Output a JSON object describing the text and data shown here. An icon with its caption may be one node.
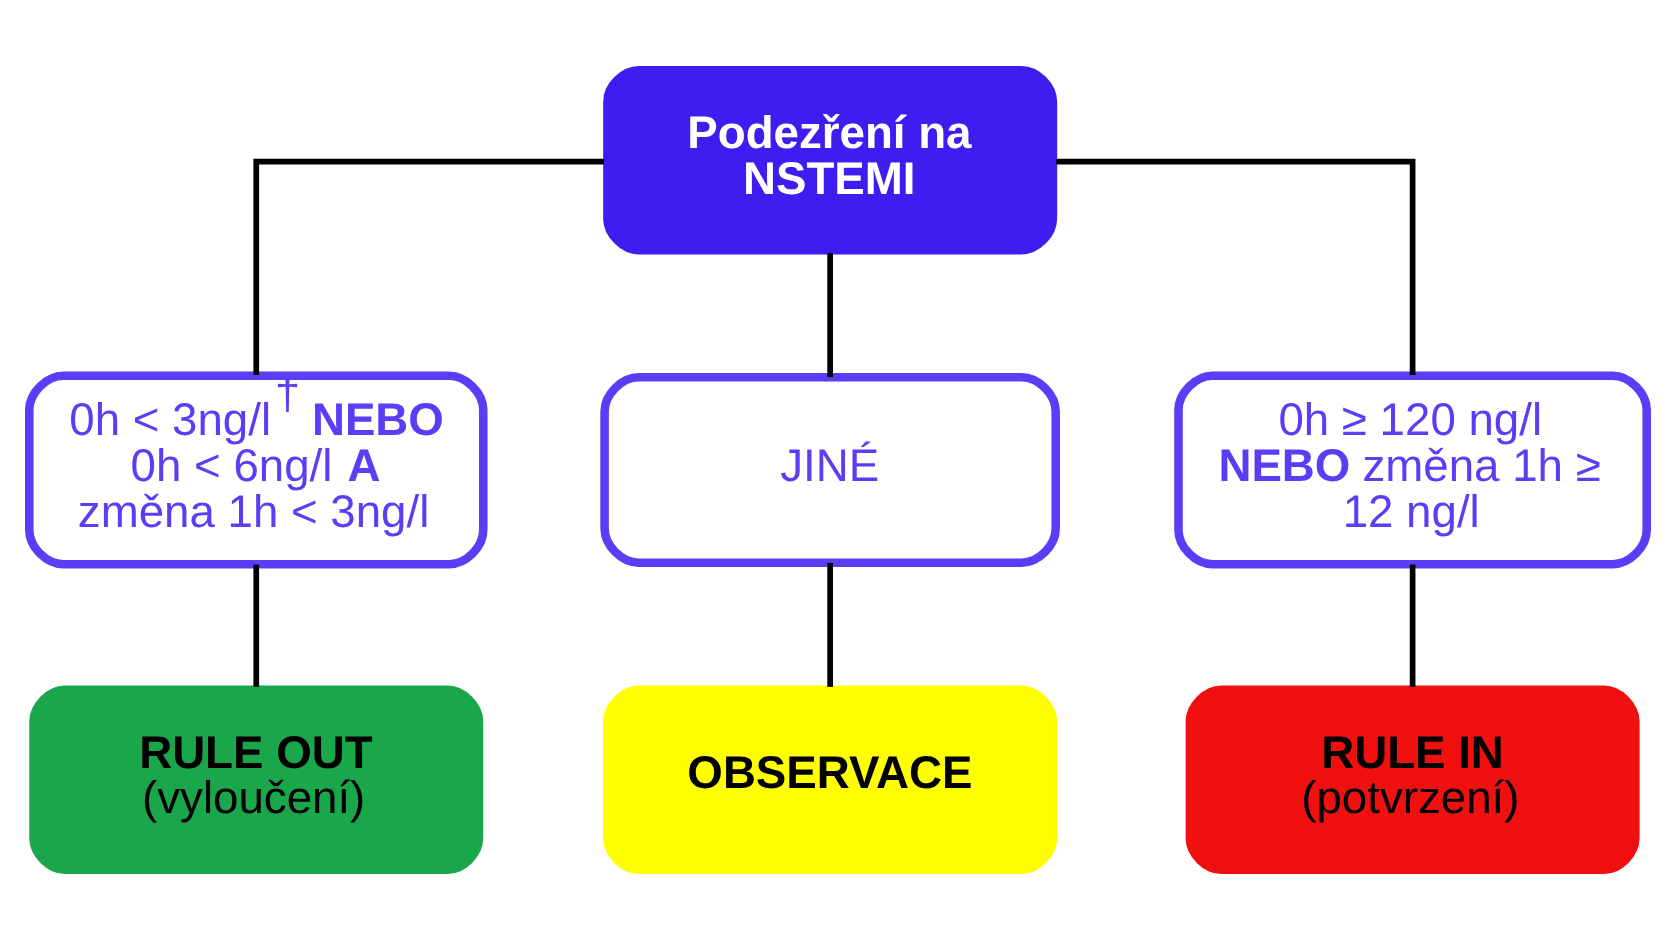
{
  "diagram": {
    "nodes": [
      {
        "text": [
          "Podezření na NSTEMI"
        ]
      },
      {
        "text": [
          "0h < 3ng/l$^{†}$ **NEBO** 0h < 6ng/l **A** změna 1h < 3ng/l"
        ]
      },
      {
        "text": [
          "JINÉ"
        ]
      },
      {
        "text": [
          "0h ≥ 120 ng/l **NEBO** změna 1h ≥ 12 ng/l"
        ]
      },
      {
        "text": [
          "RULE OUT",
          "(vyloučení)"
        ]
      },
      {
        "text": [
          "OBSERVACE"
        ]
      },
      {
        "text": [
          "RULE IN",
          "(potvrzení)"
        ]
      }
    ],
    "edges": [
      {
        "from": 0,
        "to": 1,
        "arrow": "none"
      },
      {
        "from": 0,
        "to": 2,
        "arrow": "none"
      },
      {
        "from": 0,
        "to": 3,
        "arrow": "none"
      },
      {
        "from": 1,
        "to": 4,
        "arrow": "none"
      },
      {
        "from": 2,
        "to": 5,
        "arrow": "none"
      },
      {
        "from": 3,
        "to": 6,
        "arrow": "none"
      }
    ]
  }
}
